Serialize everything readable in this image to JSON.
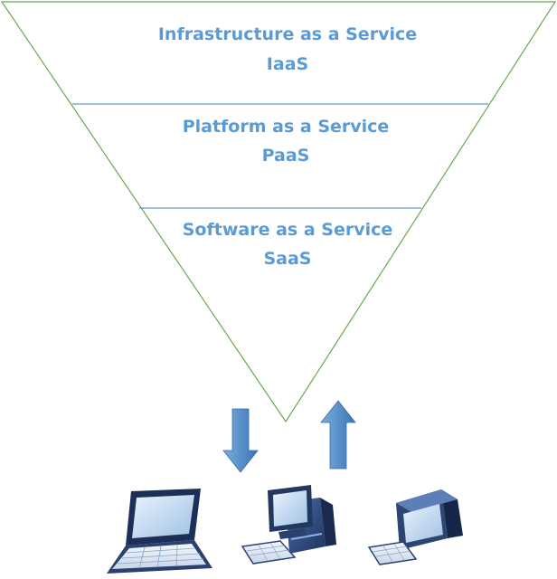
{
  "layers": [
    {
      "title": "Infrastructure as a Service",
      "abbr": "IaaS"
    },
    {
      "title": "Platform as a Service",
      "abbr": "PaaS"
    },
    {
      "title": "Software as a Service",
      "abbr": "SaaS"
    }
  ],
  "colors": {
    "outline": "#6aa84f",
    "divider": "#5b9bd5",
    "label": "#5b9bd5",
    "arrow": "#5a8fc6"
  },
  "icons": [
    "laptop-icon",
    "desktop-tower-icon",
    "server-terminal-icon"
  ]
}
